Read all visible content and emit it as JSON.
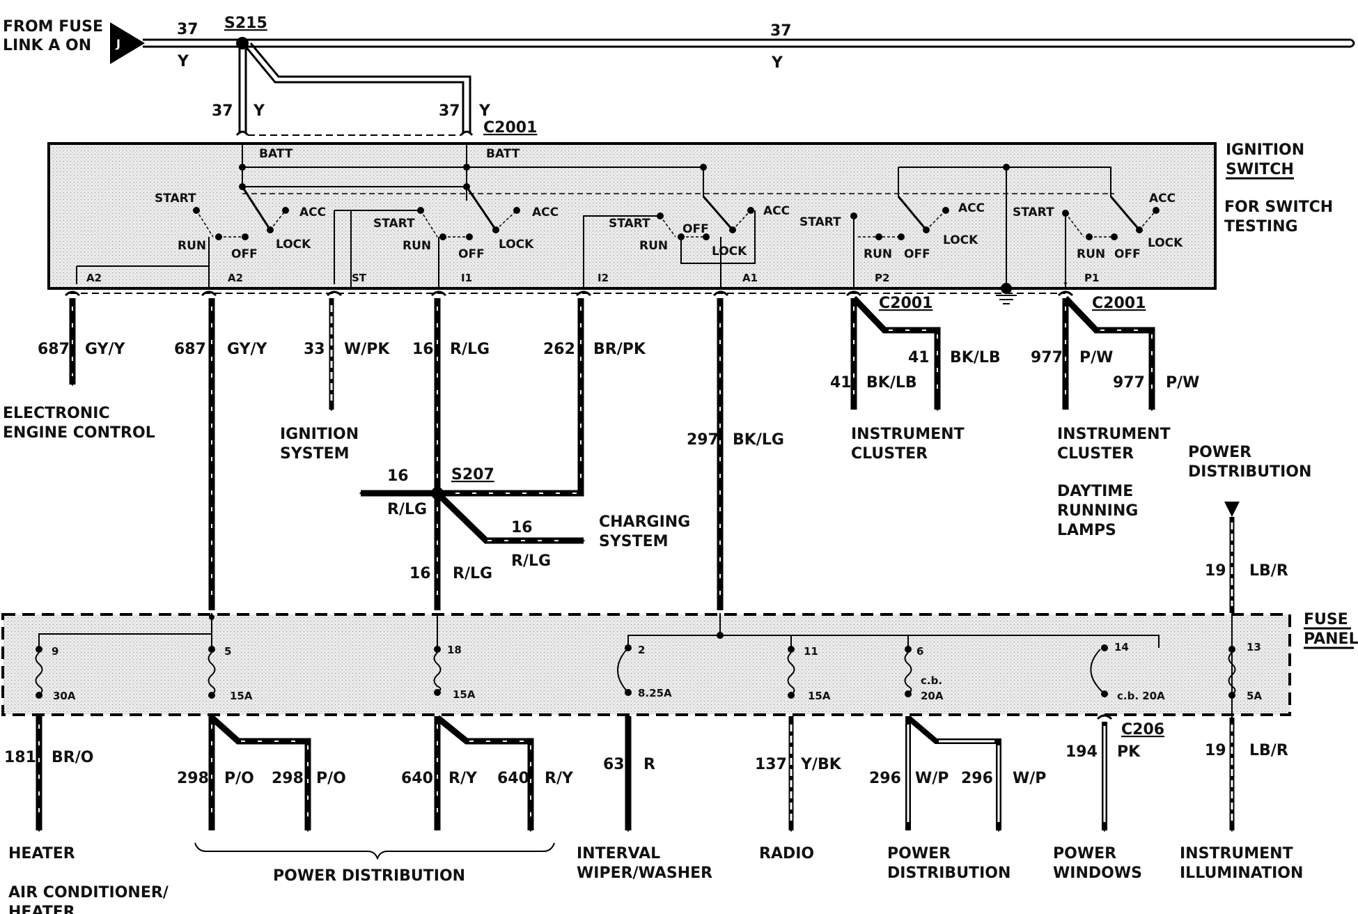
{
  "feed": {
    "source_line1": "FROM FUSE",
    "source_line2": "LINK A ON",
    "connector": "J",
    "splice_top": "S215",
    "main_circuit": "37",
    "main_color": "Y",
    "main_circuit_right": "37",
    "main_color_right": "Y",
    "drop_left_circuit": "37",
    "drop_left_color": "Y",
    "drop_right_circuit": "37",
    "drop_right_color": "Y",
    "connector_top": "C2001"
  },
  "ignition_switch": {
    "title_line1": "IGNITION",
    "title_line2": "SWITCH",
    "note_line1": "FOR SWITCH",
    "note_line2": "TESTING",
    "batt1": "BATT",
    "batt2": "BATT",
    "pos_start": "START",
    "pos_run": "RUN",
    "pos_off": "OFF",
    "pos_lock": "LOCK",
    "pos_acc": "ACC",
    "pins": {
      "a2_left": "A2",
      "a2": "A2",
      "st": "ST",
      "i1": "I1",
      "i2": "I2",
      "a1": "A1",
      "p2": "P2",
      "p1": "P1"
    }
  },
  "circuits": {
    "c687a": {
      "num": "687",
      "color": "GY/Y"
    },
    "c687b": {
      "num": "687",
      "color": "GY/Y"
    },
    "c33": {
      "num": "33",
      "color": "W/PK"
    },
    "c16": {
      "num": "16",
      "color": "R/LG"
    },
    "c262": {
      "num": "262",
      "color": "BR/PK"
    },
    "c297": {
      "num": "297",
      "color": "BK/LG"
    },
    "c41a": {
      "num": "41",
      "color": "BK/LB"
    },
    "c41b": {
      "num": "41",
      "color": "BK/LB"
    },
    "c977a": {
      "num": "977",
      "color": "P/W"
    },
    "c977b": {
      "num": "977",
      "color": "P/W"
    },
    "c16l": {
      "num": "16",
      "color": "R/LG"
    },
    "c16r": {
      "num": "16",
      "color": "R/LG"
    },
    "c16d": {
      "num": "16",
      "color": "R/LG"
    },
    "c19a": {
      "num": "19",
      "color": "LB/R"
    },
    "c181": {
      "num": "181",
      "color": "BR/O"
    },
    "c298a": {
      "num": "298",
      "color": "P/O"
    },
    "c298b": {
      "num": "298",
      "color": "P/O"
    },
    "c640a": {
      "num": "640",
      "color": "R/Y"
    },
    "c640b": {
      "num": "640",
      "color": "R/Y"
    },
    "c63": {
      "num": "63",
      "color": "R"
    },
    "c137": {
      "num": "137",
      "color": "Y/BK"
    },
    "c296a": {
      "num": "296",
      "color": "W/P"
    },
    "c296b": {
      "num": "296",
      "color": "W/P"
    },
    "c194": {
      "num": "194",
      "color": "PK"
    },
    "c19b": {
      "num": "19",
      "color": "LB/R"
    }
  },
  "connectors": {
    "c2001_a": "C2001",
    "c2001_b": "C2001",
    "s207": "S207",
    "c206": "C206"
  },
  "destinations": {
    "eec_line1": "ELECTRONIC",
    "eec_line2": "ENGINE CONTROL",
    "ign_line1": "IGNITION",
    "ign_line2": "SYSTEM",
    "chg_line1": "CHARGING",
    "chg_line2": "SYSTEM",
    "ic1_line1": "INSTRUMENT",
    "ic1_line2": "CLUSTER",
    "ic2_line1": "INSTRUMENT",
    "ic2_line2": "CLUSTER",
    "drl_line1": "DAYTIME",
    "drl_line2": "RUNNING",
    "drl_line3": "LAMPS",
    "pd_line1": "POWER",
    "pd_line2": "DISTRIBUTION",
    "heater": "HEATER",
    "ac_line1": "AIR CONDITIONER/",
    "ac_line2": "HEATER",
    "power_dist": "POWER DISTRIBUTION",
    "wiper_line1": "INTERVAL",
    "wiper_line2": "WIPER/WASHER",
    "radio": "RADIO",
    "pd2_line1": "POWER",
    "pd2_line2": "DISTRIBUTION",
    "pw_line1": "POWER",
    "pw_line2": "WINDOWS",
    "ii_line1": "INSTRUMENT",
    "ii_line2": "ILLUMINATION"
  },
  "fuse_panel": {
    "title_line1": "FUSE",
    "title_line2": "PANEL",
    "fuses": [
      {
        "num": "9",
        "rating": "30A"
      },
      {
        "num": "5",
        "rating": "15A"
      },
      {
        "num": "18",
        "rating": "15A"
      },
      {
        "num": "2",
        "rating": "8.25A"
      },
      {
        "num": "11",
        "rating": "15A"
      },
      {
        "num": "6",
        "rating_line1": "c.b.",
        "rating_line2": "20A"
      },
      {
        "num": "14",
        "rating": "c.b. 20A"
      },
      {
        "num": "13",
        "rating": "5A"
      }
    ]
  }
}
